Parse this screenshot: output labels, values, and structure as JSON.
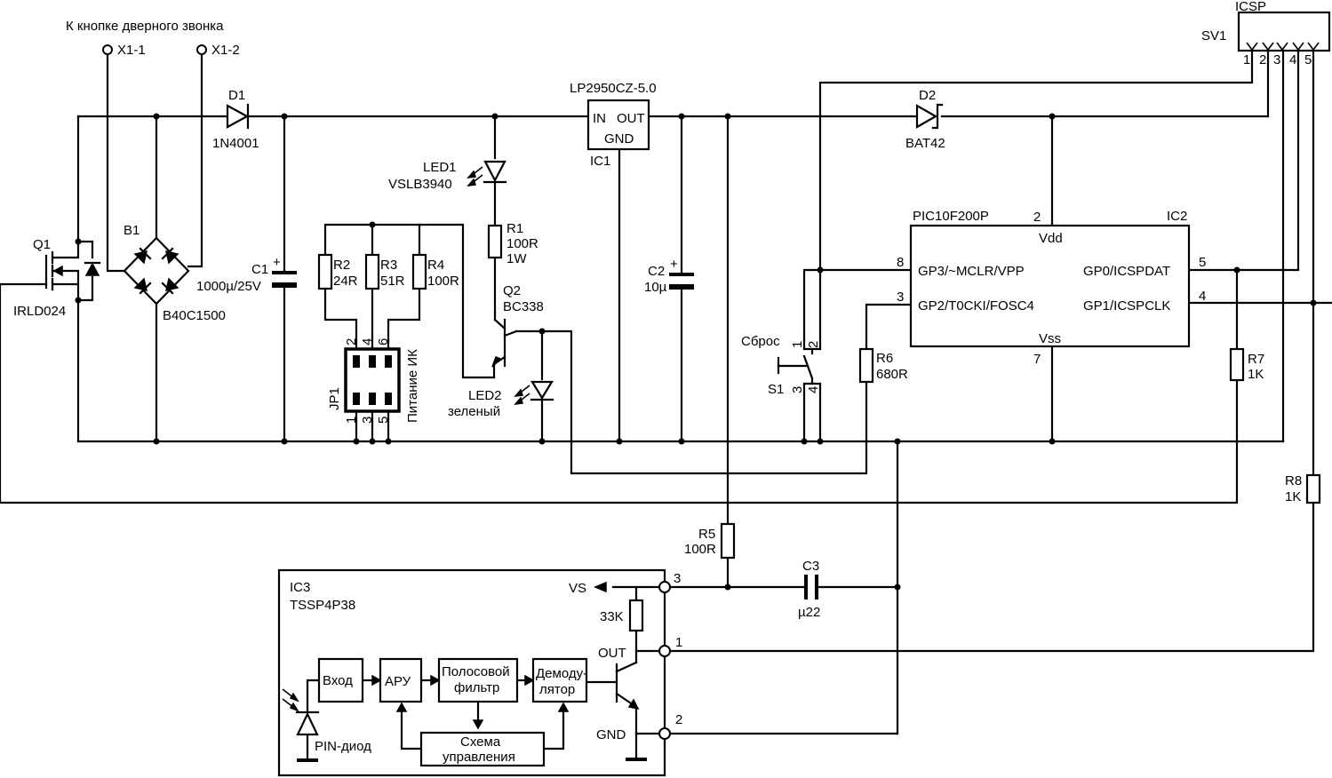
{
  "header": {
    "doorbell_label": "К кнопке дверного звонка",
    "x1_1": "X1-1",
    "x1_2": "X1-2"
  },
  "icsp": {
    "title": "ICSP",
    "ref": "SV1",
    "pins": [
      "1",
      "2",
      "3",
      "4",
      "5"
    ]
  },
  "d1": {
    "ref": "D1",
    "part": "1N4001"
  },
  "d2": {
    "ref": "D2",
    "part": "BAT42"
  },
  "ic1": {
    "part": "LP2950CZ-5.0",
    "ref": "IC1",
    "in": "IN",
    "out": "OUT",
    "gnd": "GND"
  },
  "q1": {
    "ref": "Q1",
    "part": "IRLD024"
  },
  "b1": {
    "ref": "B1",
    "part": "B40C1500"
  },
  "c1": {
    "ref": "C1",
    "value": "1000µ/25V",
    "plus": "+"
  },
  "c2": {
    "ref": "C2",
    "value": "10µ",
    "plus": "+"
  },
  "c3": {
    "ref": "C3",
    "value": "µ22"
  },
  "led1": {
    "ref": "LED1",
    "part": "VSLB3940"
  },
  "led2": {
    "ref": "LED2",
    "part": "зеленый"
  },
  "r1": {
    "ref": "R1",
    "value": "100R",
    "power": "1W"
  },
  "r2": {
    "ref": "R2",
    "value": "24R"
  },
  "r3": {
    "ref": "R3",
    "value": "51R"
  },
  "r4": {
    "ref": "R4",
    "value": "100R"
  },
  "r5": {
    "ref": "R5",
    "value": "100R"
  },
  "r6": {
    "ref": "R6",
    "value": "680R"
  },
  "r7": {
    "ref": "R7",
    "value": "1K"
  },
  "r8": {
    "ref": "R8",
    "value": "1K"
  },
  "q2": {
    "ref": "Q2",
    "part": "BC338"
  },
  "jp1": {
    "ref": "JP1",
    "label": "Питание ИК",
    "pins_top": [
      "2",
      "4",
      "6"
    ],
    "pins_bottom": [
      "1",
      "3",
      "5"
    ]
  },
  "s1": {
    "ref": "S1",
    "label": "Сброс",
    "pins": [
      "1",
      "2",
      "3",
      "4"
    ]
  },
  "ic2": {
    "part": "PIC10F200P",
    "ref": "IC2",
    "vdd": "Vdd",
    "vss": "Vss",
    "gp3": "GP3/~MCLR/VPP",
    "gp2": "GP2/T0CKI/FOSC4",
    "gp0": "GP0/ICSPDAT",
    "gp1": "GP1/ICSPCLK",
    "pin_vdd": "2",
    "pin_vss": "7",
    "pin_gp3": "8",
    "pin_gp2": "3",
    "pin_gp0": "5",
    "pin_gp1": "4"
  },
  "ic3": {
    "ref": "IC3",
    "part": "TSSP4P38",
    "vs": "VS",
    "out": "OUT",
    "gnd": "GND",
    "r_internal": "33K",
    "pin3": "3",
    "pin1": "1",
    "pin2": "2",
    "blocks": {
      "input": "Вход",
      "agc": "АРУ",
      "bandpass_1": "Полосовой",
      "bandpass_2": "фильтр",
      "demod_1": "Демоду-",
      "demod_2": "лятор",
      "control_1": "Схема",
      "control_2": "управления"
    },
    "pin_diode": "PIN-диод"
  }
}
